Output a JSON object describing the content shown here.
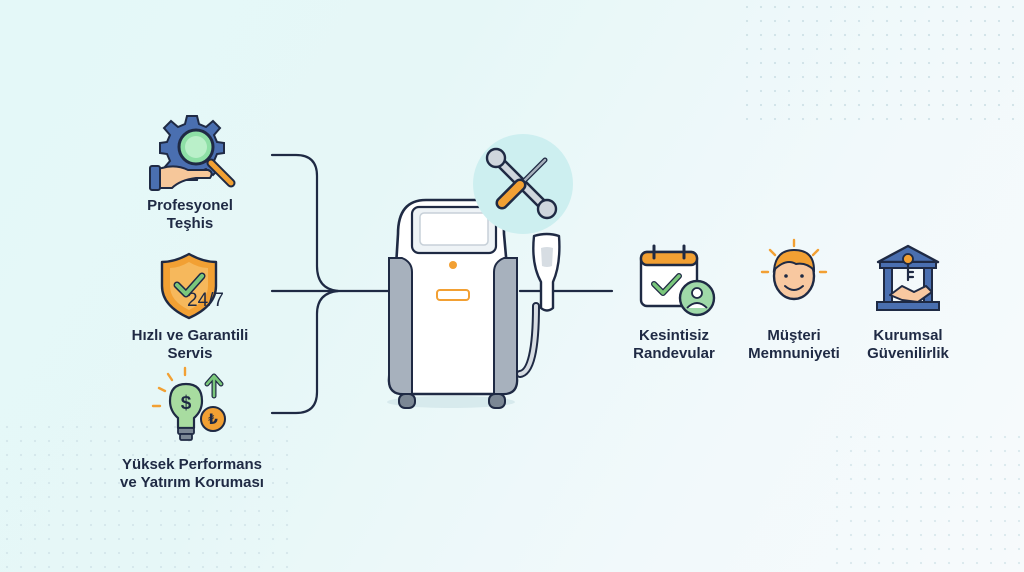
{
  "left_features": [
    {
      "line1": "Profesyonel",
      "line2": "Teşhis",
      "icon": "diagnosis-gear-magnifier-icon"
    },
    {
      "line1": "Hızlı ve Garantili",
      "line2": "Servis",
      "icon": "shield-check-24-7-icon",
      "badge": "24/7"
    },
    {
      "line1": "Yüksek Performans",
      "line2": "ve Yatırım Koruması",
      "icon": "lightbulb-money-growth-icon",
      "symbol_dollar": "$",
      "symbol_lira": "₺"
    }
  ],
  "right_benefits": [
    {
      "line1": "Kesintisiz",
      "line2": "Randevular",
      "icon": "calendar-check-user-icon"
    },
    {
      "line1": "Müşteri",
      "line2": "Memnuniyeti",
      "icon": "smiling-customer-icon"
    },
    {
      "line1": "Kurumsal",
      "line2": "Güvenilirlik",
      "icon": "building-handshake-key-icon"
    }
  ],
  "center_device": {
    "icon": "laser-device-icon",
    "tools_icon": "wrench-screwdriver-icon"
  },
  "colors": {
    "navy": "#1f2a44",
    "blue": "#4a6fb0",
    "orange": "#f2a033",
    "green": "#7ac77b",
    "teal_circle": "#cdeff0"
  }
}
